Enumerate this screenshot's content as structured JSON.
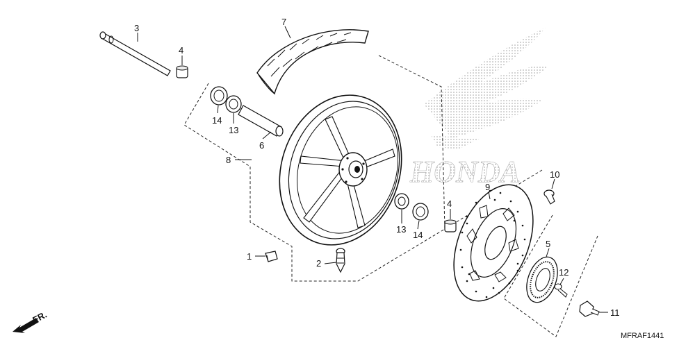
{
  "diagram": {
    "code": "MFRAF1441",
    "direction_label": "FR.",
    "watermark": {
      "brand": "HONDA",
      "color": "#9a9a9a"
    },
    "callouts": [
      {
        "id": "c1",
        "text": "1"
      },
      {
        "id": "c2",
        "text": "2"
      },
      {
        "id": "c3",
        "text": "3"
      },
      {
        "id": "c4a",
        "text": "4"
      },
      {
        "id": "c4b",
        "text": "4"
      },
      {
        "id": "c5",
        "text": "5"
      },
      {
        "id": "c6",
        "text": "6"
      },
      {
        "id": "c7",
        "text": "7"
      },
      {
        "id": "c8",
        "text": "8"
      },
      {
        "id": "c9",
        "text": "9"
      },
      {
        "id": "c10",
        "text": "10"
      },
      {
        "id": "c11",
        "text": "11"
      },
      {
        "id": "c12",
        "text": "12"
      },
      {
        "id": "c13a",
        "text": "13"
      },
      {
        "id": "c13b",
        "text": "13"
      },
      {
        "id": "c14a",
        "text": "14"
      },
      {
        "id": "c14b",
        "text": "14"
      }
    ]
  }
}
